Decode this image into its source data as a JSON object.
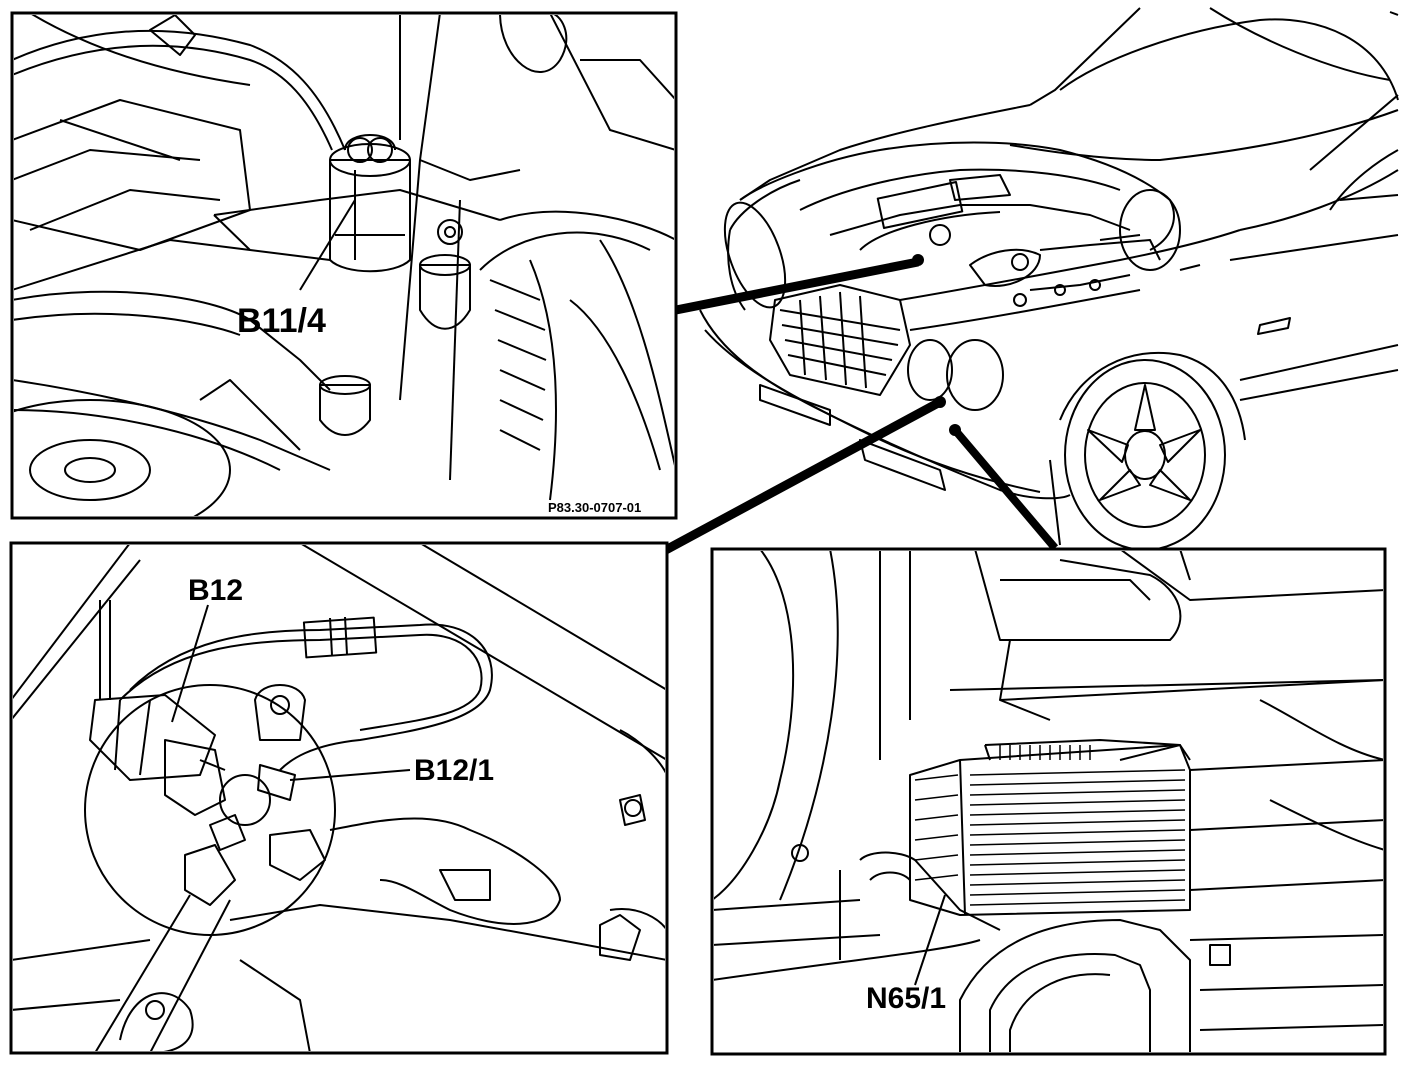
{
  "labels": {
    "b11_4": "B11/4",
    "b12": "B12",
    "b12_1": "B12/1",
    "n65_1": "N65/1"
  },
  "figure_code": "P83.30-0707-01",
  "colors": {
    "ink": "#000000",
    "paper": "#ffffff"
  }
}
